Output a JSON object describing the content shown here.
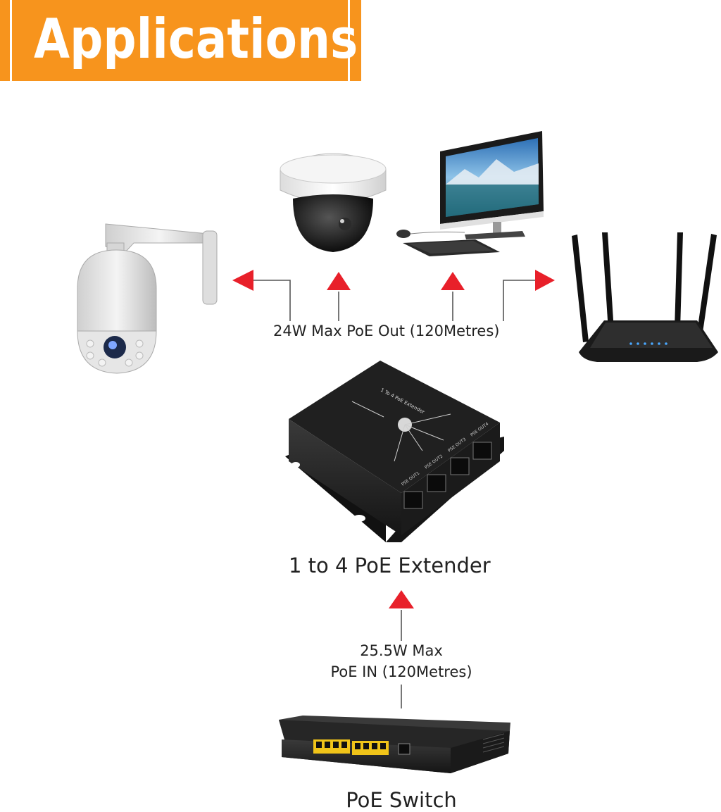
{
  "banner": {
    "title": "Applications",
    "color": "#f7941d"
  },
  "labels": {
    "poe_out": "24W Max PoE Out (120Metres)",
    "extender": "1 to 4 PoE Extender",
    "poe_in_line1": "25.5W Max",
    "poe_in_line2": "PoE IN (120Metres)",
    "switch": "PoE Switch"
  },
  "device_text": {
    "extender_top": "1 To 4 PoE Extender",
    "extender_ports": [
      "PSE OUT1",
      "PSE OUT2",
      "PSE OUT3",
      "PSE OUT4"
    ]
  },
  "devices": [
    "ptz-camera",
    "dome-camera",
    "desktop-computer",
    "wifi-router",
    "poe-extender",
    "poe-switch"
  ],
  "arrow_color": "#e8202a"
}
